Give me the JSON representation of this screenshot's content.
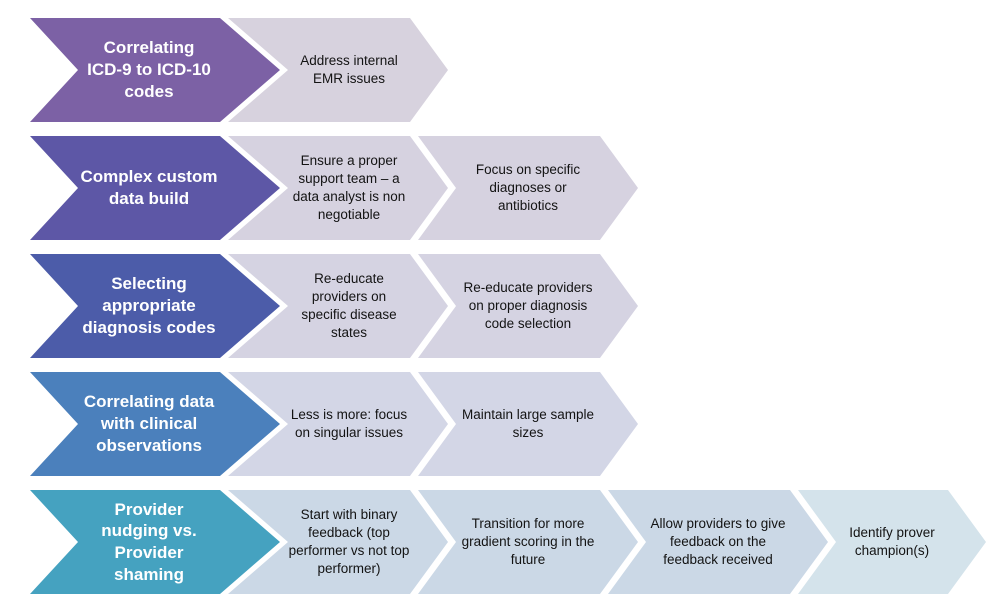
{
  "diagram_title": "",
  "rows": [
    {
      "primary": {
        "label": "Correlating ICD-9 to ICD-10 codes",
        "color": "#7C61A5"
      },
      "steps": [
        {
          "label": "Address internal EMR issues",
          "color": "#D7D2DE"
        }
      ]
    },
    {
      "primary": {
        "label": "Complex custom data build",
        "color": "#5D57A6"
      },
      "steps": [
        {
          "label": "Ensure a proper support team – a data analyst is non negotiable",
          "color": "#D6D2E0"
        },
        {
          "label": "Focus on specific diagnoses or antibiotics",
          "color": "#D6D2E0"
        }
      ]
    },
    {
      "primary": {
        "label": "Selecting appropriate diagnosis codes",
        "color": "#4C5CA9"
      },
      "steps": [
        {
          "label": "Re-educate providers on specific disease states",
          "color": "#D5D3E2"
        },
        {
          "label": "Re-educate providers on proper diagnosis code selection",
          "color": "#D5D3E2"
        }
      ]
    },
    {
      "primary": {
        "label": "Correlating data with clinical observations",
        "color": "#4B80BC"
      },
      "steps": [
        {
          "label": "Less is more: focus on singular issues",
          "color": "#D3D6E6"
        },
        {
          "label": "Maintain large sample sizes",
          "color": "#D3D6E6"
        }
      ]
    },
    {
      "primary": {
        "label": "Provider nudging vs. Provider shaming",
        "color": "#45A2C0"
      },
      "steps": [
        {
          "label": "Start with binary feedback (top performer vs not top performer)",
          "color": "#CBD8E6"
        },
        {
          "label": "Transition for more gradient scoring in the future",
          "color": "#CBD8E6"
        },
        {
          "label": "Allow providers to give feedback on the feedback received",
          "color": "#CBD8E6"
        },
        {
          "label": "Identify prover champion(s)",
          "color": "#D4E3EB"
        }
      ]
    }
  ]
}
